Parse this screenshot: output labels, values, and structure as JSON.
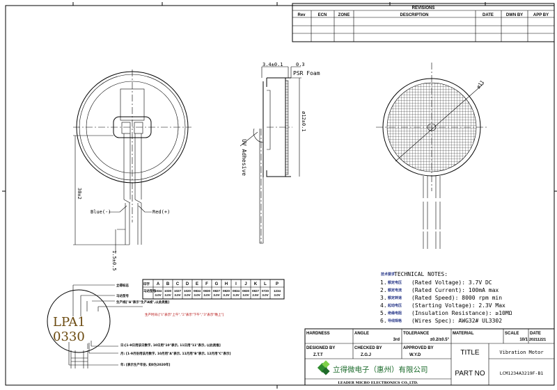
{
  "revisions": {
    "title": "REVISIONS",
    "headers": [
      "Rev",
      "ECN",
      "ZONE",
      "DESCRIPTION",
      "DATE",
      "DWN BY",
      "APP BY"
    ]
  },
  "side_view": {
    "thickness": "3.4±0.1",
    "foam_thickness": "0.3",
    "foam_label": "PSR Foam",
    "diameter": "ø12±0.1",
    "adhesive_label": "UV Adhesive"
  },
  "front_view": {
    "lead_length": "30±2",
    "strip_length": "1.5±0.5",
    "blue_label": "Blue(-)",
    "red_label": "Red(+)"
  },
  "back_view": {
    "diameter": "ø11"
  },
  "technical_notes": {
    "title_cn": "技术要求",
    "title": "TECHNICAL NOTES:",
    "items": [
      {
        "num": "1.",
        "cn": "额定电压",
        "text": "(Rated Voltage): 3.7V DC"
      },
      {
        "num": "2.",
        "cn": "额定电流",
        "text": "(Rated Current): 100mA max"
      },
      {
        "num": "3.",
        "cn": "额定转速",
        "text": "(Rated Speed): 8000 rpm min"
      },
      {
        "num": "4.",
        "cn": "起动电压",
        "text": "(Starting Voltage): 2.3V Max"
      },
      {
        "num": "5.",
        "cn": "绝缘电阻",
        "text": "(Insulation Resistance): ≥10MΩ"
      },
      {
        "num": "6.",
        "cn": "导线规格",
        "text": "(Wires Spec): AWG32# UL3302"
      }
    ]
  },
  "marking": {
    "line1": "LPA1",
    "line2": "0330",
    "labels": {
      "logo": "立得标志",
      "model": "马达型号",
      "line": "生产线[\"A\"表示\"生产A线\",以此类推]",
      "shift": "生产时间:[\"1\"表示\"上午\",\"2\"表示\"下午\",\"3\"表示\"晚上\"]",
      "day": "日:[1-9日用该日数字, 10日用\"10\"表示, 11日用\"11\"表示, 以此类推]",
      "month": "月: [1-9月份用该月数字, 10月用\"A\"表示, 11月用\"B\"表示, 12月用\"C\"表示]",
      "year": "年: [表示生产年份, 如0为2020年]"
    },
    "table": {
      "header_label": "印字",
      "row_label": "马达型号",
      "codes": [
        "A",
        "B",
        "C",
        "D",
        "E",
        "F",
        "G",
        "H",
        "I",
        "J",
        "K",
        "L",
        "P"
      ],
      "models": [
        "1034 3.0V",
        "1030 3.0V",
        "1027 3.0V",
        "1020 3.0V",
        "0834 3.0V",
        "0830 3.0V",
        "0827 3.0V",
        "0820 3.3V",
        "0834 3.3V",
        "0830 3.0V",
        "0827 2.5V",
        "0720 3.0V",
        "1234 3.0V"
      ]
    }
  },
  "title_block": {
    "hardness_label": "HARDNESS",
    "hardness": "",
    "angle_label": "ANGLE",
    "angle": "3rd",
    "tolerance_label": "TOLERANCE",
    "tolerance": "±0.2/±0.5°",
    "material_label": "MATERIAL",
    "material": "",
    "scale_label": "SCALE",
    "scale": "10/1",
    "date_label": "DATE",
    "date": "20211221",
    "designed_label": "DESIGNED BY",
    "designed": "Z.T.T",
    "checked_label": "CHECKED BY",
    "checked": "Z.G.J",
    "approved_label": "APPROVED BY",
    "approved": "W.Y.D",
    "title_label": "TITLE",
    "title": "Vibration Motor",
    "partno_label": "PART NO",
    "partno": "LCM1234A3219F-B1",
    "company_cn": "立得微电子（惠州）有限公司",
    "company_en": "LEADER MICRO ELECTRONICS CO.,LTD.",
    "logo_color": "#3aa935"
  }
}
